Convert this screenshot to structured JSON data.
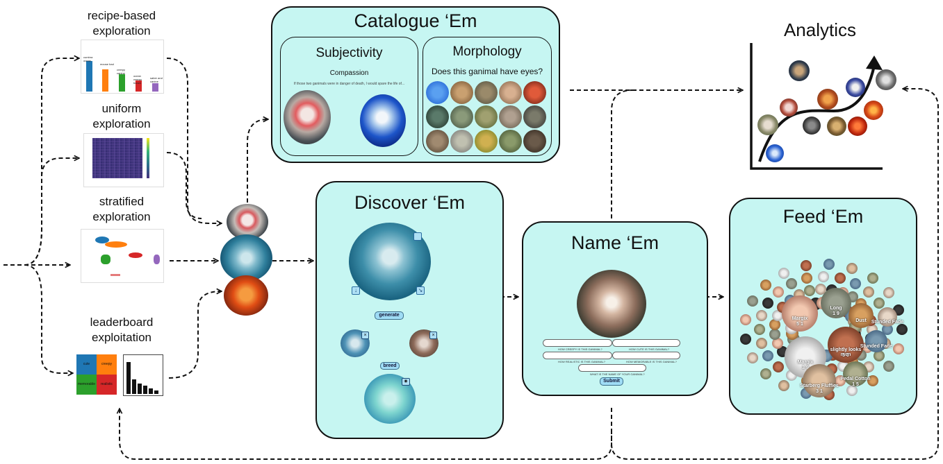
{
  "strategies": {
    "recipe": {
      "label_line1": "recipe-based",
      "label_line2": "exploration",
      "bar_labels": [
        "cumbra ocean",
        "mouse bad",
        "creepy canine",
        "ocean creepy bunch",
        "saber and canine"
      ]
    },
    "uniform": {
      "label_line1": "uniform",
      "label_line2": "exploration"
    },
    "stratified": {
      "label_line1": "stratified",
      "label_line2": "exploration"
    },
    "leaderboard": {
      "label_line1": "leaderboard",
      "label_line2": "exploitation",
      "grid": [
        "cute",
        "creepy",
        "memorable",
        "realistic"
      ],
      "bar_values": [
        1.0,
        0.45,
        0.32,
        0.25,
        0.17,
        0.1
      ]
    }
  },
  "catalogue": {
    "title": "Catalogue ‘Em",
    "subjectivity": {
      "title": "Subjectivity",
      "subtitle": "Compassion",
      "question": "If those two ganimals were in danger of death, I would spare the life of..."
    },
    "morphology": {
      "title": "Morphology",
      "question": "Does this ganimal have eyes?"
    }
  },
  "analytics": {
    "title": "Analytics"
  },
  "discover": {
    "title": "Discover ‘Em",
    "generate_label": "generate",
    "breed_label": "breed"
  },
  "name": {
    "title": "Name ‘Em",
    "questions": [
      "HOW CREEPY IS THIS GANIMAL?",
      "HOW CUTE IS THIS GANIMAL?",
      "HOW REALISTIC IS THIS GANIMAL?",
      "HOW MEMORABLE IS THIS GANIMAL?",
      "WHAT IS THE NAME OF YOUR GANIMAL?"
    ],
    "submit_label": "Submit"
  },
  "feed": {
    "title": "Feed ‘Em",
    "names": [
      "Margix",
      "Dust",
      "Long",
      "slightly looks mon",
      "Starberg Fluffies",
      "Pedal Cotton",
      "Stunded Fade"
    ],
    "counts": [
      "3 9",
      "5 1",
      "1 9",
      "5 0",
      "3 1",
      "1 5"
    ]
  },
  "colors": {
    "panel": "#c6f6f2",
    "stroke": "#111111"
  }
}
